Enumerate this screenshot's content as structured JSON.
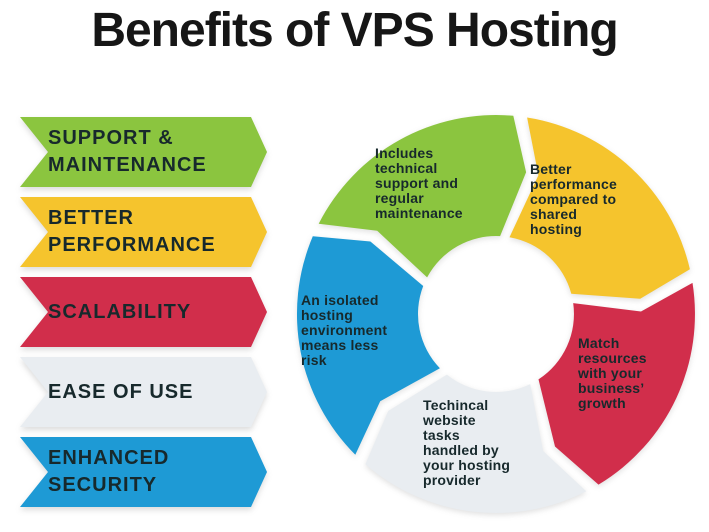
{
  "title": "Benefits of VPS Hosting",
  "palette": {
    "green": "#8BC53F",
    "yellow": "#F5C42D",
    "red": "#D12E4B",
    "gray": "#E9EDF1",
    "blue": "#1E9AD5",
    "ink": "#17292c",
    "title_ink": "#161616",
    "background": "#ffffff"
  },
  "banners": [
    {
      "key": "support-maintenance",
      "label": "SUPPORT &\nMAINTENANCE",
      "color_key": "green"
    },
    {
      "key": "better-performance",
      "label": "BETTER\nPERFORMANCE",
      "color_key": "yellow"
    },
    {
      "key": "scalability",
      "label": "SCALABILITY",
      "color_key": "red"
    },
    {
      "key": "ease-of-use",
      "label": "EASE OF USE",
      "color_key": "gray"
    },
    {
      "key": "enhanced-security",
      "label": "ENHANCED\nSECURITY",
      "color_key": "blue"
    }
  ],
  "diagram": {
    "type": "cycle",
    "flow": "clockwise",
    "segment_count": 5,
    "segments": [
      {
        "key": "support-maintenance",
        "color_key": "green",
        "label": "Includes\ntechnical\nsupport and\nregular\nmaintenance"
      },
      {
        "key": "better-performance",
        "color_key": "yellow",
        "label": "Better\nperformance\ncompared to\nshared\nhosting"
      },
      {
        "key": "scalability",
        "color_key": "red",
        "label": "Match\nresources\nwith your\nbusiness’\ngrowth"
      },
      {
        "key": "ease-of-use",
        "color_key": "gray",
        "label": "Techincal\nwebsite\ntasks\nhandled by\nyour hosting\nprovider"
      },
      {
        "key": "enhanced-security",
        "color_key": "blue",
        "label": "An isolated\nhosting\nenvironment\nmeans less\nrisk"
      }
    ]
  }
}
